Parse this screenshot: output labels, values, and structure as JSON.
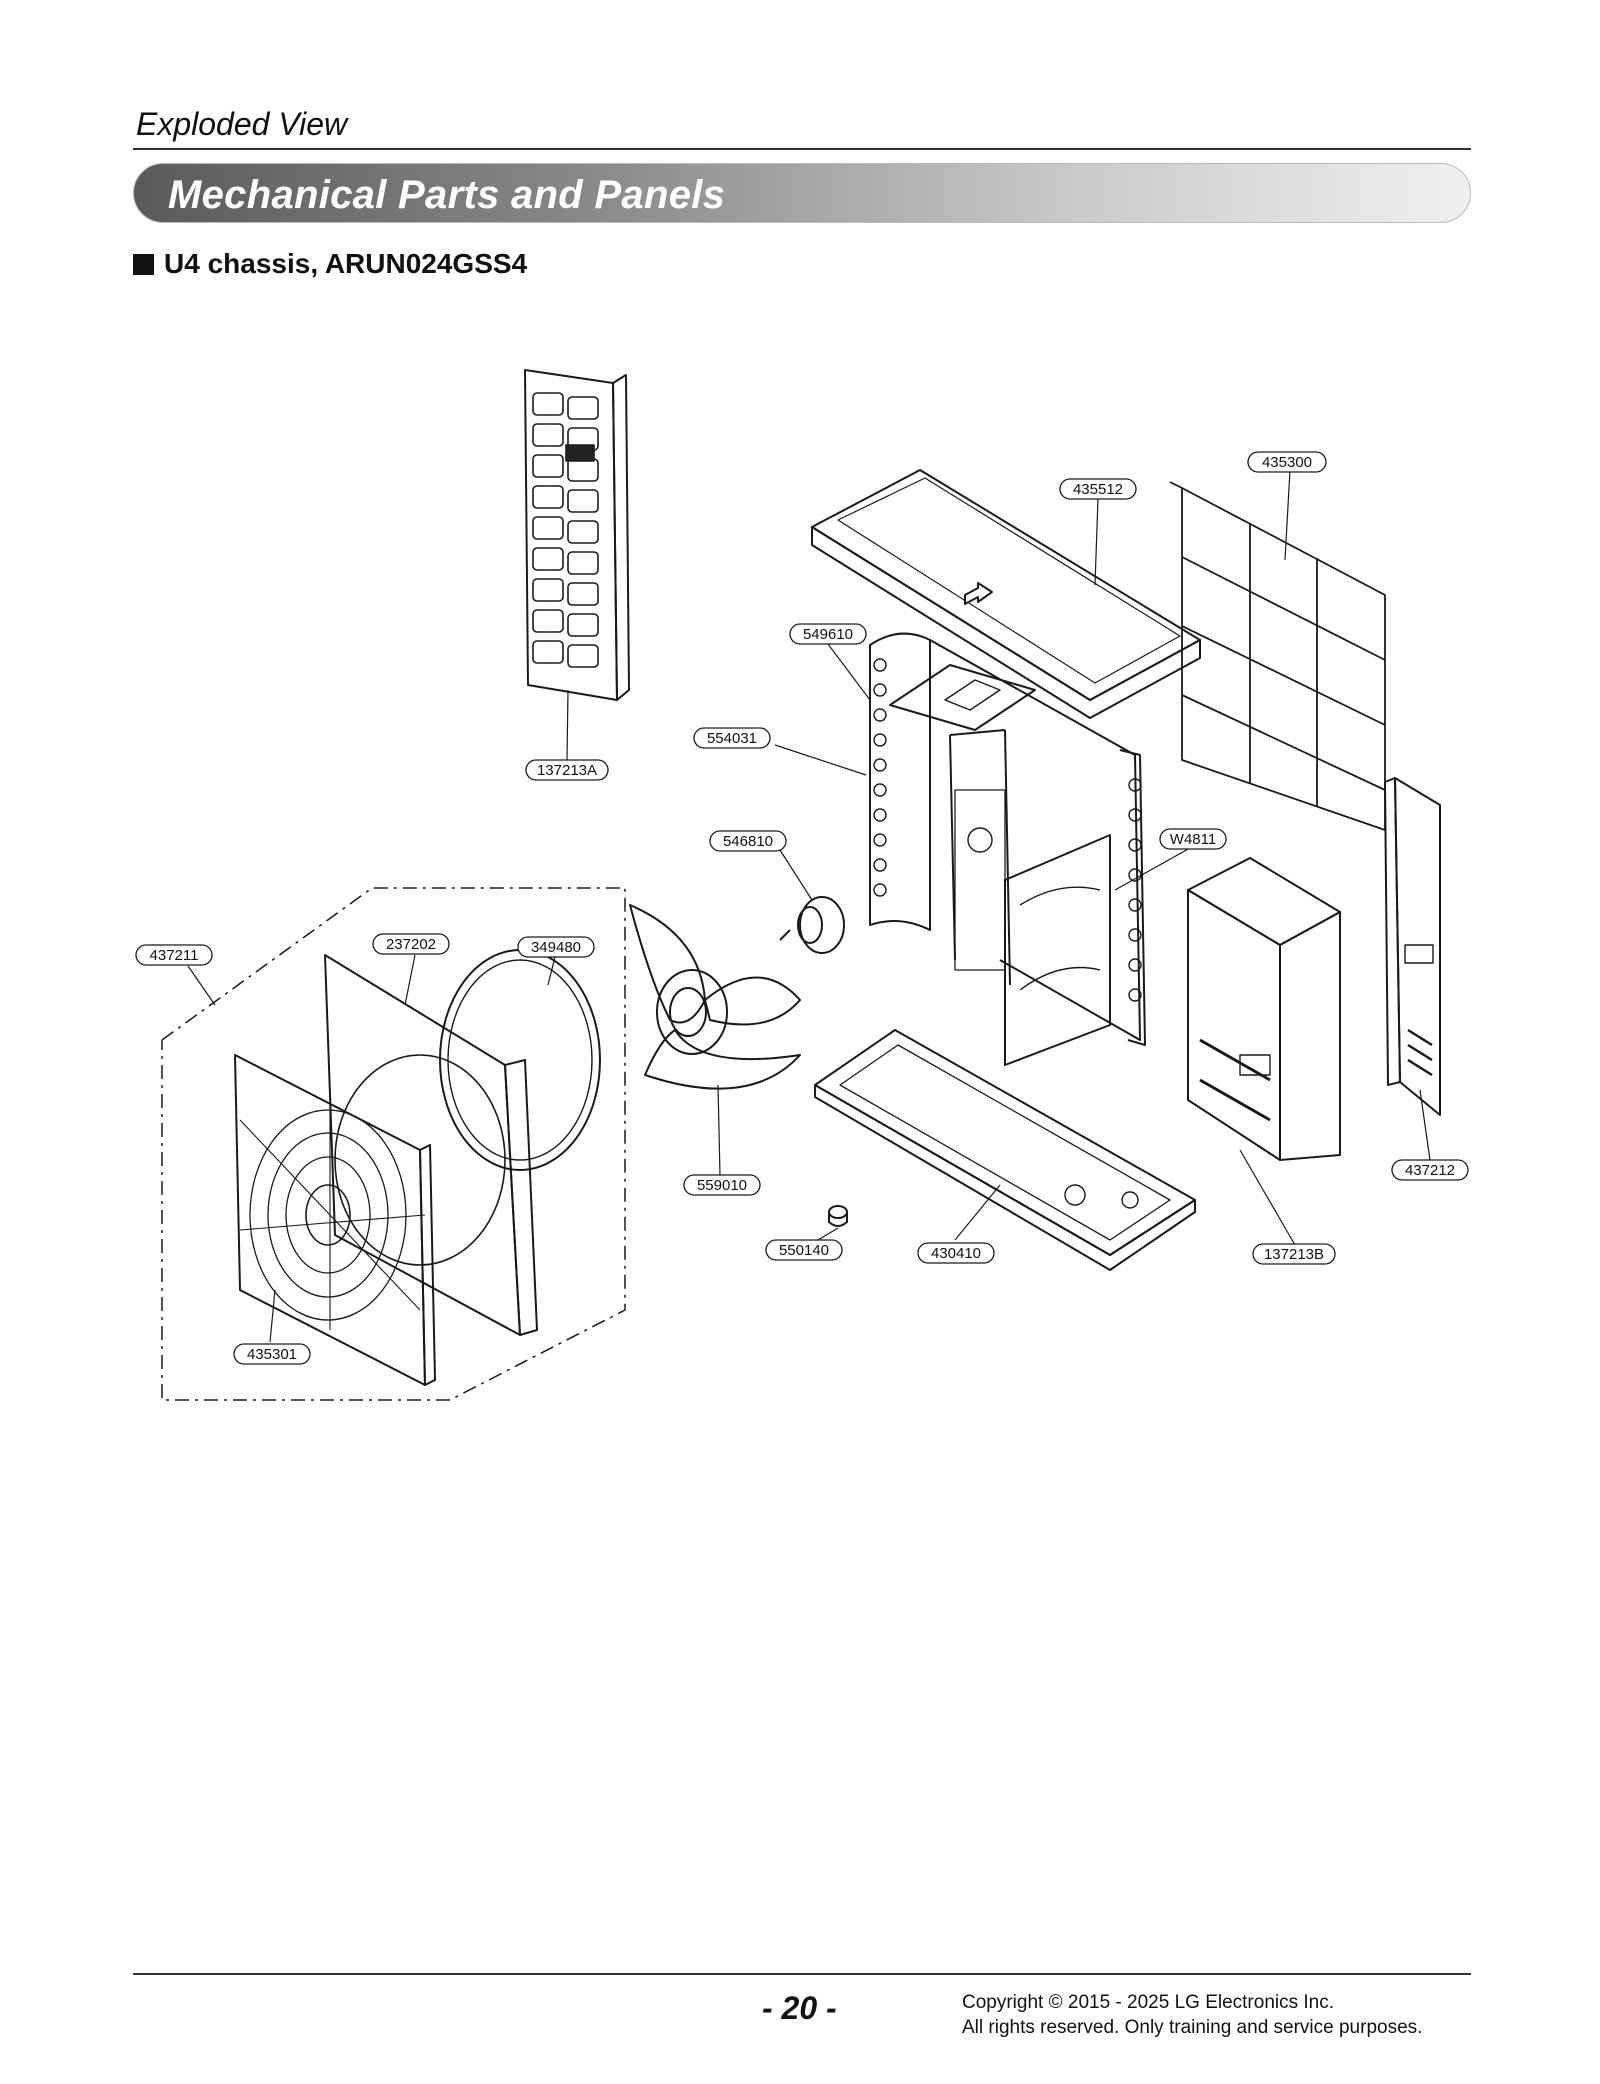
{
  "header": {
    "section_label": "Exploded View",
    "banner_title": "Mechanical Parts and Panels",
    "subheading": "U4 chassis, ARUN024GSS4"
  },
  "diagram": {
    "callouts": [
      {
        "id": "c-435300",
        "label": "435300"
      },
      {
        "id": "c-435512",
        "label": "435512"
      },
      {
        "id": "c-549610",
        "label": "549610"
      },
      {
        "id": "c-554031",
        "label": "554031"
      },
      {
        "id": "c-137213A",
        "label": "137213A"
      },
      {
        "id": "c-546810",
        "label": "546810"
      },
      {
        "id": "c-W4811",
        "label": "W4811"
      },
      {
        "id": "c-437211",
        "label": "437211"
      },
      {
        "id": "c-237202",
        "label": "237202"
      },
      {
        "id": "c-349480",
        "label": "349480"
      },
      {
        "id": "c-559010",
        "label": "559010"
      },
      {
        "id": "c-550140",
        "label": "550140"
      },
      {
        "id": "c-430410",
        "label": "430410"
      },
      {
        "id": "c-137213B",
        "label": "137213B"
      },
      {
        "id": "c-437212",
        "label": "437212"
      },
      {
        "id": "c-435301",
        "label": "435301"
      }
    ]
  },
  "footer": {
    "page_number": "- 20 -",
    "copyright_line1": "Copyright © 2015 - 2025 LG Electronics Inc.",
    "copyright_line2": "All rights reserved. Only training and service purposes."
  }
}
